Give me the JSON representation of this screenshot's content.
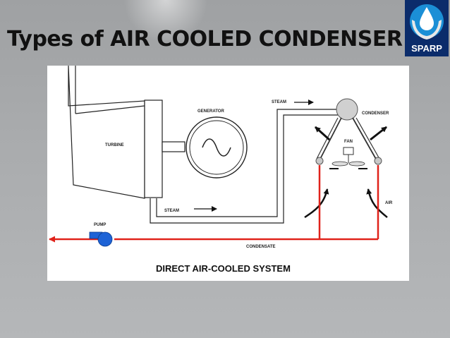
{
  "slide": {
    "title": "Types of AIR COOLED CONDENSER",
    "logo_text": "SPARP"
  },
  "diagram": {
    "caption": "DIRECT AIR-COOLED SYSTEM",
    "labels": {
      "turbine": "TURBINE",
      "generator": "GENERATOR",
      "steam_top": "STEAM",
      "steam_bottom": "STEAM",
      "condenser": "CONDENSER",
      "fan": "FAN",
      "air": "AIR",
      "pump": "PUMP",
      "condensate": "CONDENSATE"
    },
    "colors": {
      "pipe": "#222222",
      "return_line": "#e0231b",
      "pump": "#1e63d6"
    }
  }
}
